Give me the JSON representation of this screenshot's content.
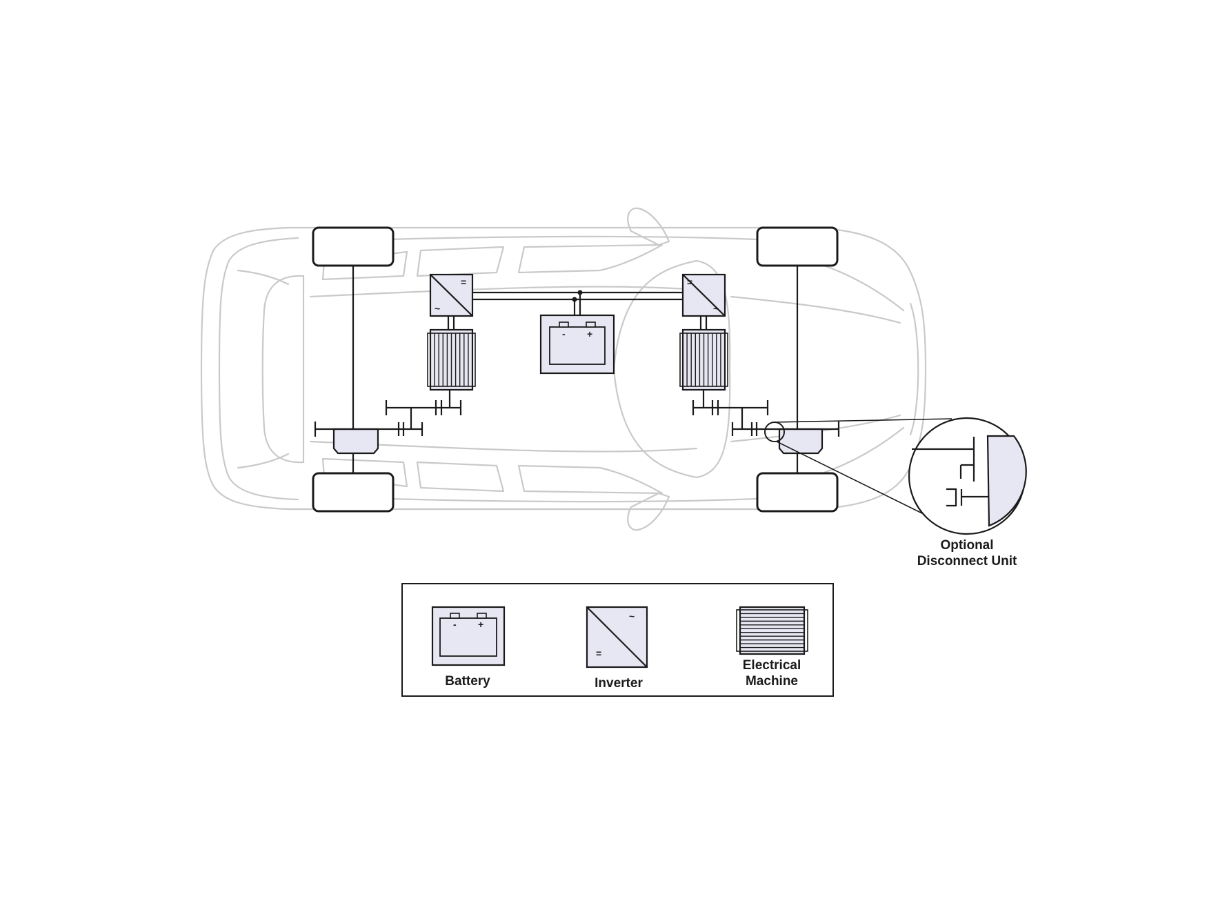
{
  "symbols": {
    "dc": "=",
    "ac": "~",
    "minus": "-",
    "plus": "+"
  },
  "callout": {
    "line1": "Optional",
    "line2": "Disconnect Unit"
  },
  "legend": {
    "battery": "Battery",
    "inverter": "Inverter",
    "machine_line1": "Electrical",
    "machine_line2": "Machine"
  }
}
